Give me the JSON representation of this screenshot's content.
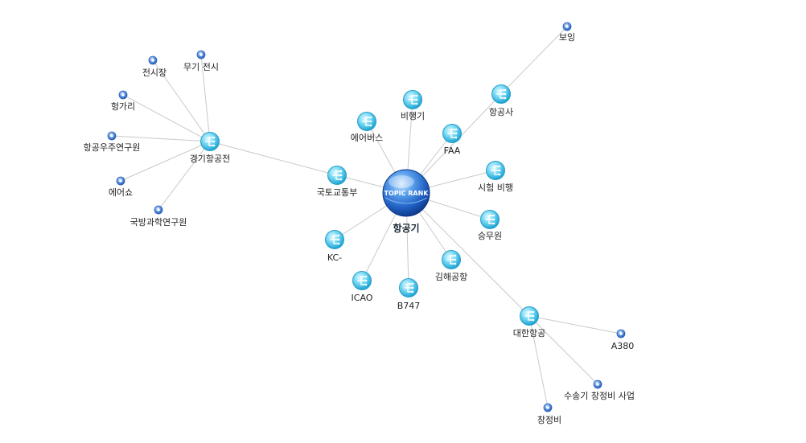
{
  "colors": {
    "edge": "#c9c9c9",
    "topic_fill": "#5fd0f0",
    "topic_stroke": "#2a9fc7",
    "leaf_fill": "#4a86d8",
    "center_fill": "#2f6fc8",
    "label_text": "#222222"
  },
  "center": {
    "id": "center",
    "label": "항공기",
    "badge": "TOPIC RANK"
  },
  "nodes": [
    {
      "id": "n_airbus",
      "label": "에어버스",
      "type": "topic"
    },
    {
      "id": "n_airplane",
      "label": "비행기",
      "type": "topic"
    },
    {
      "id": "n_faa",
      "label": "FAA",
      "type": "topic"
    },
    {
      "id": "n_airline",
      "label": "항공사",
      "type": "topic"
    },
    {
      "id": "n_boeing_co",
      "label": "보잉",
      "type": "leaf"
    },
    {
      "id": "n_testflight",
      "label": "시험 비행",
      "type": "topic"
    },
    {
      "id": "n_crew",
      "label": "승무원",
      "type": "topic"
    },
    {
      "id": "n_gimhae",
      "label": "김해공항",
      "type": "topic"
    },
    {
      "id": "n_korean_air",
      "label": "대한항공",
      "type": "topic"
    },
    {
      "id": "n_a380",
      "label": "A380",
      "type": "leaf"
    },
    {
      "id": "n_transport_maint",
      "label": "수송기 창정비 사업",
      "type": "leaf"
    },
    {
      "id": "n_depot_maint",
      "label": "창정비",
      "type": "leaf"
    },
    {
      "id": "n_b747",
      "label": "B747",
      "type": "topic"
    },
    {
      "id": "n_icao",
      "label": "ICAO",
      "type": "topic"
    },
    {
      "id": "n_kc",
      "label": "KC-",
      "type": "topic"
    },
    {
      "id": "n_molit",
      "label": "국토교통부",
      "type": "topic"
    },
    {
      "id": "n_airshow_gg",
      "label": "경기항공전",
      "type": "topic"
    },
    {
      "id": "n_exhibit_hall",
      "label": "전시장",
      "type": "leaf"
    },
    {
      "id": "n_weapon_exhibit",
      "label": "무기 전시",
      "type": "leaf"
    },
    {
      "id": "n_hangari",
      "label": "헝가리",
      "type": "leaf"
    },
    {
      "id": "n_kari",
      "label": "항공우주연구원",
      "type": "leaf"
    },
    {
      "id": "n_airshow",
      "label": "에어쇼",
      "type": "leaf"
    },
    {
      "id": "n_add",
      "label": "국방과학연구원",
      "type": "leaf"
    }
  ],
  "edges": [
    [
      "center",
      "n_airbus"
    ],
    [
      "center",
      "n_airplane"
    ],
    [
      "center",
      "n_faa"
    ],
    [
      "center",
      "n_airline"
    ],
    [
      "n_airline",
      "n_boeing_co"
    ],
    [
      "center",
      "n_testflight"
    ],
    [
      "center",
      "n_crew"
    ],
    [
      "center",
      "n_gimhae"
    ],
    [
      "center",
      "n_korean_air"
    ],
    [
      "n_korean_air",
      "n_a380"
    ],
    [
      "n_korean_air",
      "n_transport_maint"
    ],
    [
      "n_korean_air",
      "n_depot_maint"
    ],
    [
      "center",
      "n_b747"
    ],
    [
      "center",
      "n_icao"
    ],
    [
      "center",
      "n_kc"
    ],
    [
      "center",
      "n_molit"
    ],
    [
      "n_molit",
      "n_airshow_gg"
    ],
    [
      "n_airshow_gg",
      "n_exhibit_hall"
    ],
    [
      "n_airshow_gg",
      "n_weapon_exhibit"
    ],
    [
      "n_airshow_gg",
      "n_hangari"
    ],
    [
      "n_airshow_gg",
      "n_kari"
    ],
    [
      "n_airshow_gg",
      "n_airshow"
    ],
    [
      "n_airshow_gg",
      "n_add"
    ]
  ]
}
